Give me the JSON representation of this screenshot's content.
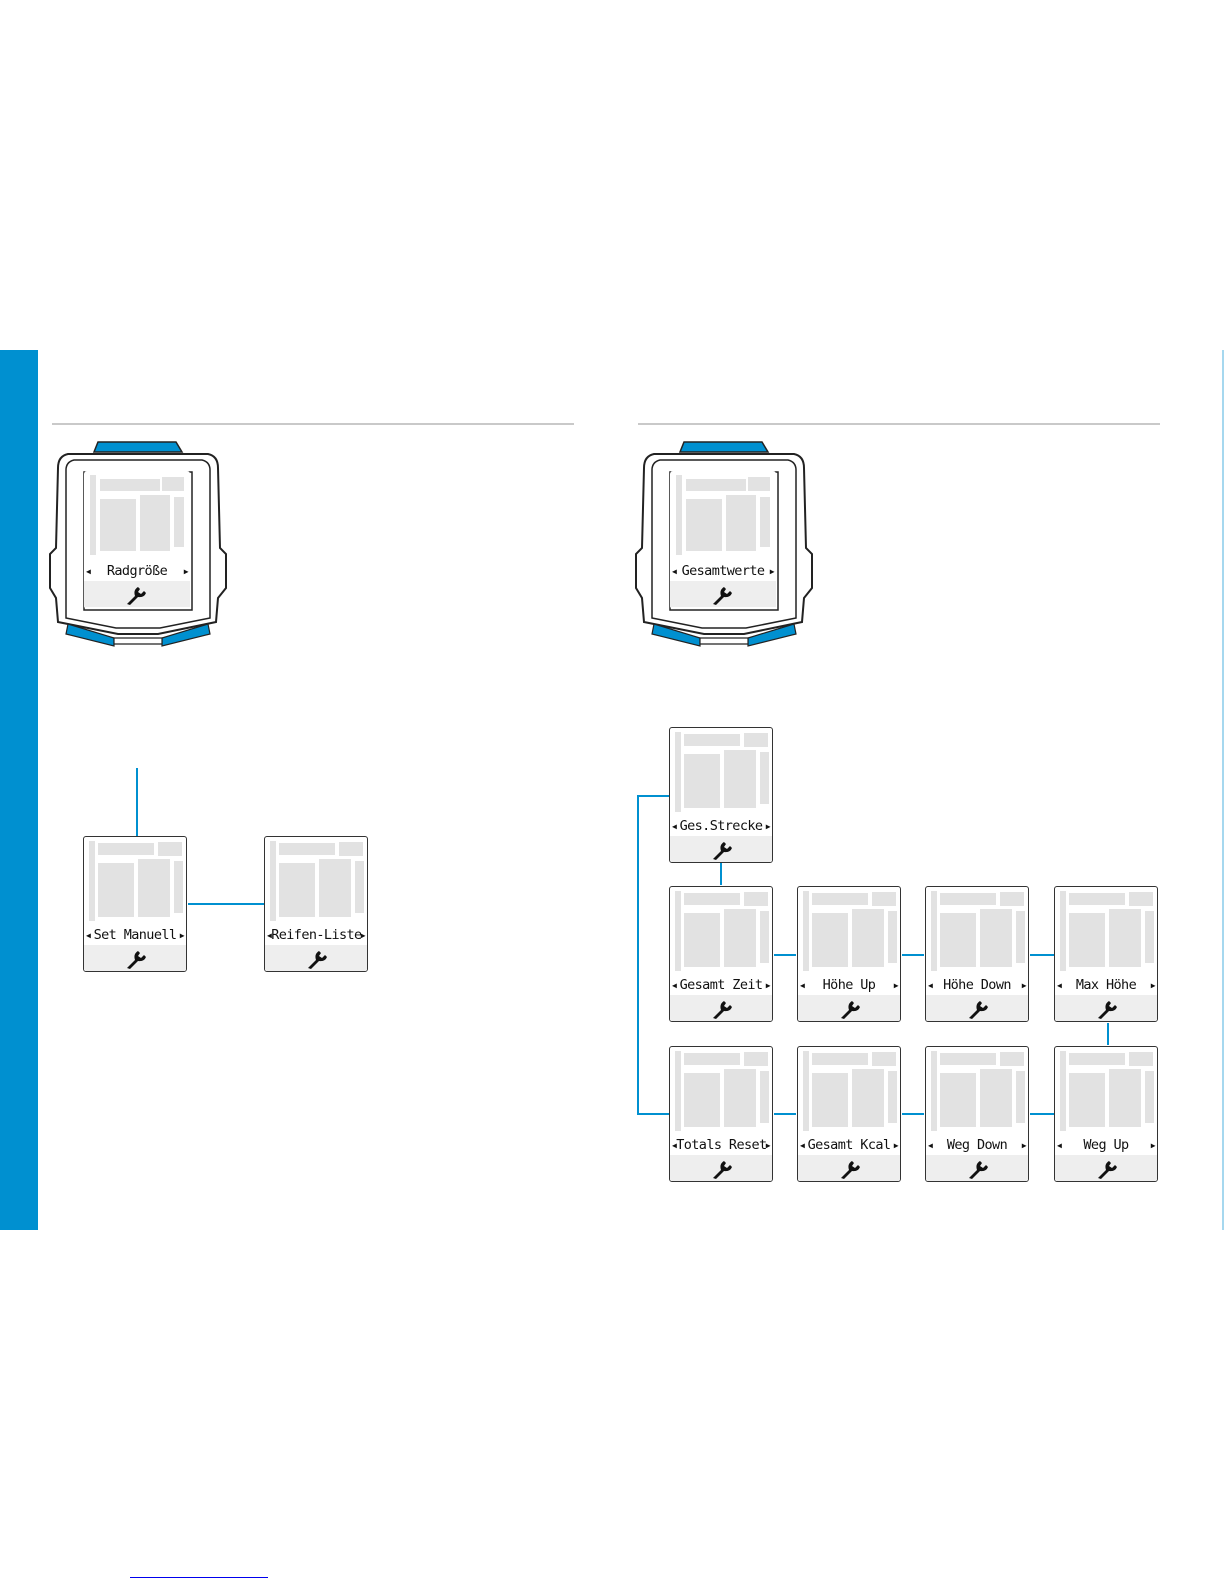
{
  "colors": {
    "accent": "#0090d0",
    "rule": "#c9c9c9",
    "lcd_ghost": "#e2e2e2"
  },
  "left": {
    "device_label": "Radgröße",
    "screens": [
      "Set Manuell",
      "Reifen-Liste"
    ]
  },
  "right": {
    "device_label": "Gesamtwerte",
    "screens": {
      "top": "Ges.Strecke",
      "row1": [
        "Gesamt Zeit",
        "Höhe Up",
        "Höhe Down",
        "Max Höhe"
      ],
      "row2": [
        "Totals Reset",
        "Gesamt Kcal",
        "Weg Down",
        "Weg Up"
      ]
    }
  },
  "icons": {
    "nav_left": "left-arrow-icon",
    "nav_right": "right-arrow-icon",
    "settings": "wrench-icon"
  }
}
